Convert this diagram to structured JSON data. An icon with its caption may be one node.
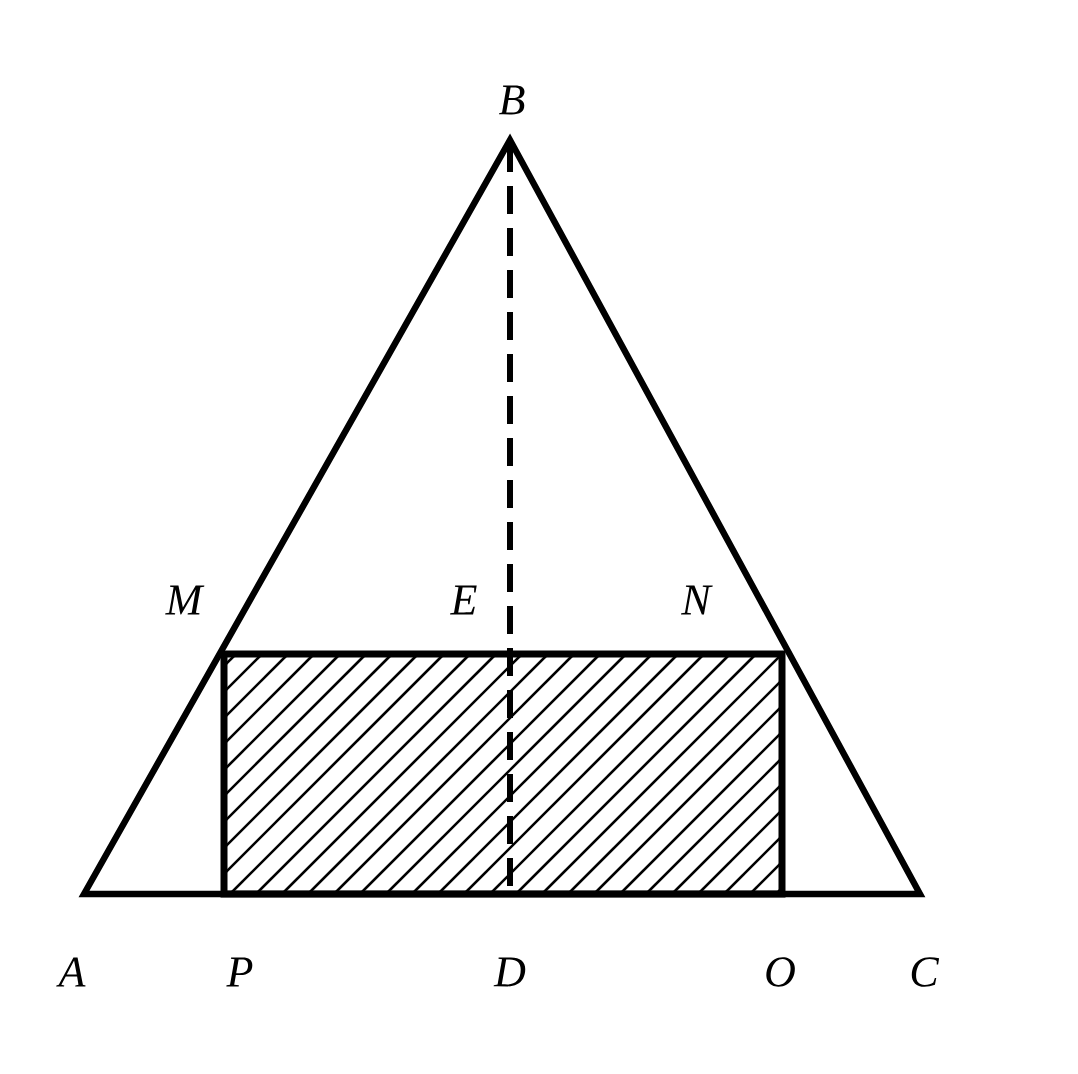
{
  "diagram": {
    "labels": [
      "B",
      "M",
      "E",
      "N",
      "A",
      "P",
      "D",
      "O",
      "C"
    ]
  }
}
